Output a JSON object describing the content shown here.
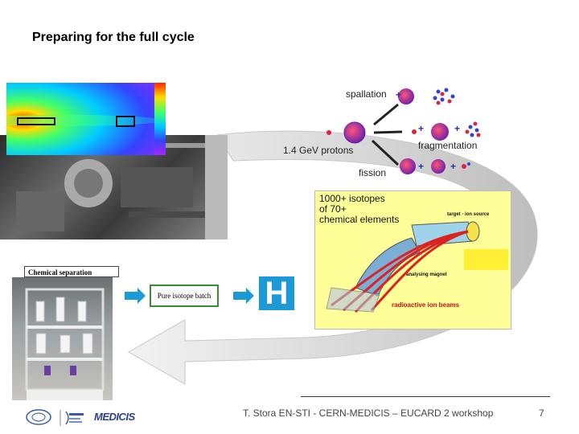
{
  "slide": {
    "title": "Preparing for the full cycle",
    "footer": "T. Stora EN-STI - CERN-MEDICIS – EUCARD 2 workshop",
    "page_number": "7"
  },
  "reactions": {
    "spallation": "spallation",
    "protons": "1.4 GeV protons",
    "fragmentation": "fragmentation",
    "fission": "fission",
    "plus": "+"
  },
  "isotopes": {
    "line1": "1000+ isotopes",
    "line2": "of 70+",
    "line3": "chemical elements"
  },
  "beamline": {
    "target_label": "target - ion source",
    "magnet_label": "analysing magnet",
    "beams_label": "radioactive ion beams"
  },
  "process": {
    "chemical_separation": "Chemical separation",
    "batch_label": "Pure isotope batch",
    "hospital_letter": "H"
  },
  "logos": {
    "medicis": "MEDICIS"
  },
  "colors": {
    "arrow_blue": "#1d9ad6",
    "batch_border": "#3a8a3a",
    "hospital_blue": "#1d9ad6",
    "beam_red": "#dd2222"
  }
}
